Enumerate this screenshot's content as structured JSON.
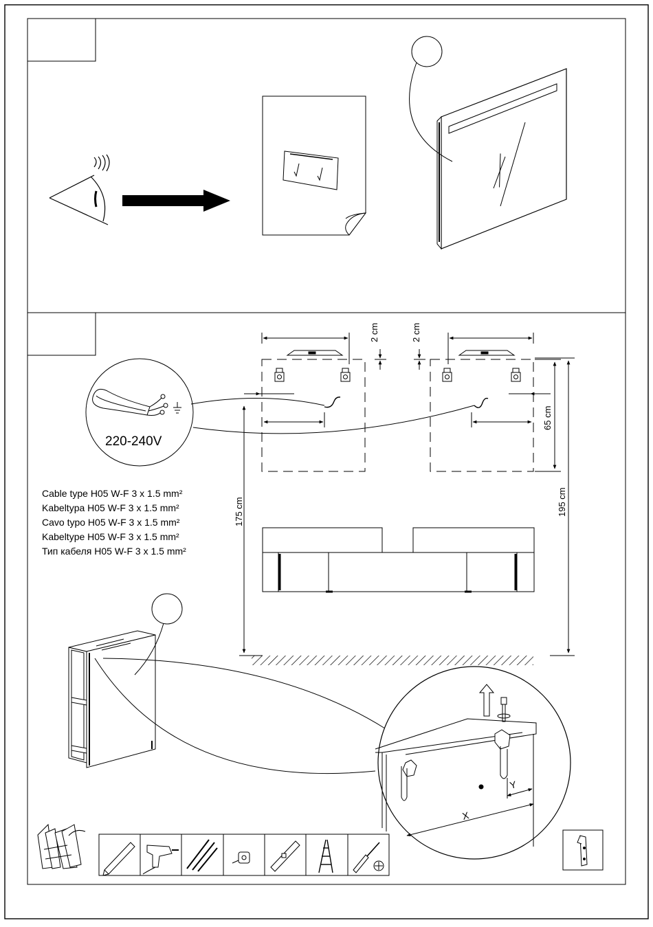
{
  "voltage": "220-240V",
  "cable_types": [
    "Cable type H05 W-F 3 x 1.5 mm²",
    "Kabeltypa H05 W-F 3 x 1.5 mm²",
    "Cavo typo H05 W-F 3 x 1.5 mm²",
    "Kabeltype H05 W-F 3 x 1.5 mm²",
    "Тип кабеля H05 W-F 3 x 1.5 mm²"
  ],
  "dimensions": {
    "offset_left": "2 cm",
    "offset_right": "2 cm",
    "cabinet_height": "65 cm",
    "install_height": "175 cm",
    "total_height": "195 cm"
  },
  "detail_labels": {
    "x": "X",
    "y": "Y"
  },
  "tools": [
    "pencil-icon",
    "drill-icon",
    "drill-bits-icon",
    "tape-measure-icon",
    "spirit-level-icon",
    "ladder-icon",
    "phillips-screwdriver-icon"
  ]
}
